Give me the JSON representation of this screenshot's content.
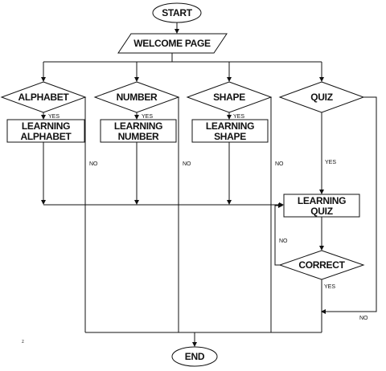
{
  "nodes": {
    "start": "START",
    "welcome": "WELCOME PAGE",
    "alphabet": "ALPHABET",
    "number": "NUMBER",
    "shape": "SHAPE",
    "quiz": "QUIZ",
    "learning_alphabet": [
      "LEARNING",
      "ALPHABET"
    ],
    "learning_number": [
      "LEARNING",
      "NUMBER"
    ],
    "learning_shape": [
      "LEARNING",
      "SHAPE"
    ],
    "learning_quiz": [
      "LEARNING",
      "QUIZ"
    ],
    "correct": "CORRECT",
    "end": "END"
  },
  "edge_labels": {
    "yes_alphabet": "YES",
    "yes_number": "YES",
    "yes_shape": "YES",
    "yes_quiz": "YES",
    "yes_correct": "YES",
    "no_alphabet": "NO",
    "no_number": "NO",
    "no_shape": "NO",
    "no_correct": "NO",
    "no_quiz": "NO"
  },
  "stray_mark": "z",
  "colors": {
    "stroke": "#111111",
    "background": "#ffffff"
  }
}
